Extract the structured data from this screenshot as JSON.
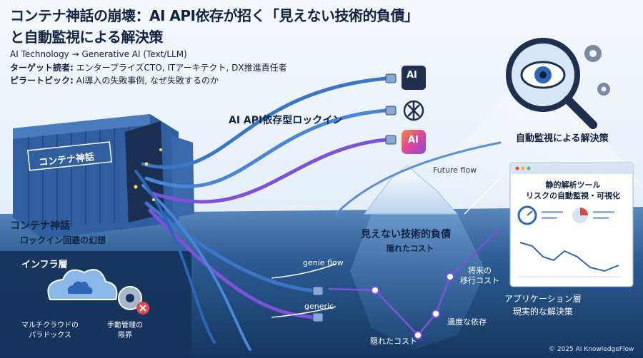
{
  "header": {
    "title_line1": "コンテナ神話の崩壊：AI API依存が招く「見えない技術的負債」",
    "title_line2": "と自動監視による解決策",
    "category": "AI Technology → Generative AI (Text/LLM)",
    "audience_label": "ターゲット読者:",
    "audience_value": " エンタープライズCTO, ITアーキテクト, DX推進責任者",
    "pillar_label": "ピラートピック:",
    "pillar_value": " AI導入の失敗事例, なぜ失敗するのか"
  },
  "container": {
    "text": "コンテナ神話",
    "label": "コンテナ神話",
    "sublabel": "ロックイン回避の幻想"
  },
  "lockin": {
    "label": "AI API依存型ロックイン"
  },
  "providers": [
    {
      "name": "ai-logo",
      "text": "AI",
      "icon": "ai-square-logo-icon"
    },
    {
      "name": "openai-logo",
      "icon": "openai-knot-icon"
    },
    {
      "name": "ai-gradient-logo",
      "text": "AI",
      "icon": "ai-gradient-logo-icon"
    }
  ],
  "flows": {
    "future": "Future flow",
    "genie": "genie flow",
    "generic": "generic"
  },
  "iceberg": {
    "title": "見えない技術的負債",
    "subtitle": "隠れたコスト",
    "migration": "将来の\n移行コスト",
    "excess": "過度な依存",
    "hidden": "隠れたコスト"
  },
  "monitor": {
    "label": "自動監視による解決策",
    "panel_title": "静的解析ツール\nリスクの自動監視・可視化"
  },
  "infra": {
    "label": "インフラ層",
    "multicloud": "マルチクラウドの\nパラドックス",
    "manual": "手動管理の\n限界"
  },
  "app": {
    "label": "アプリケーション層\n現実的な解決策"
  },
  "footer": {
    "copyright": "© 2025 AI KnowledgeFlow"
  },
  "colors": {
    "navy": "#0f2340",
    "water": "#1f4f86",
    "cable_blue": "#3a76c8",
    "cable_purple": "#7b52d8",
    "accent_red": "#e0464a"
  }
}
